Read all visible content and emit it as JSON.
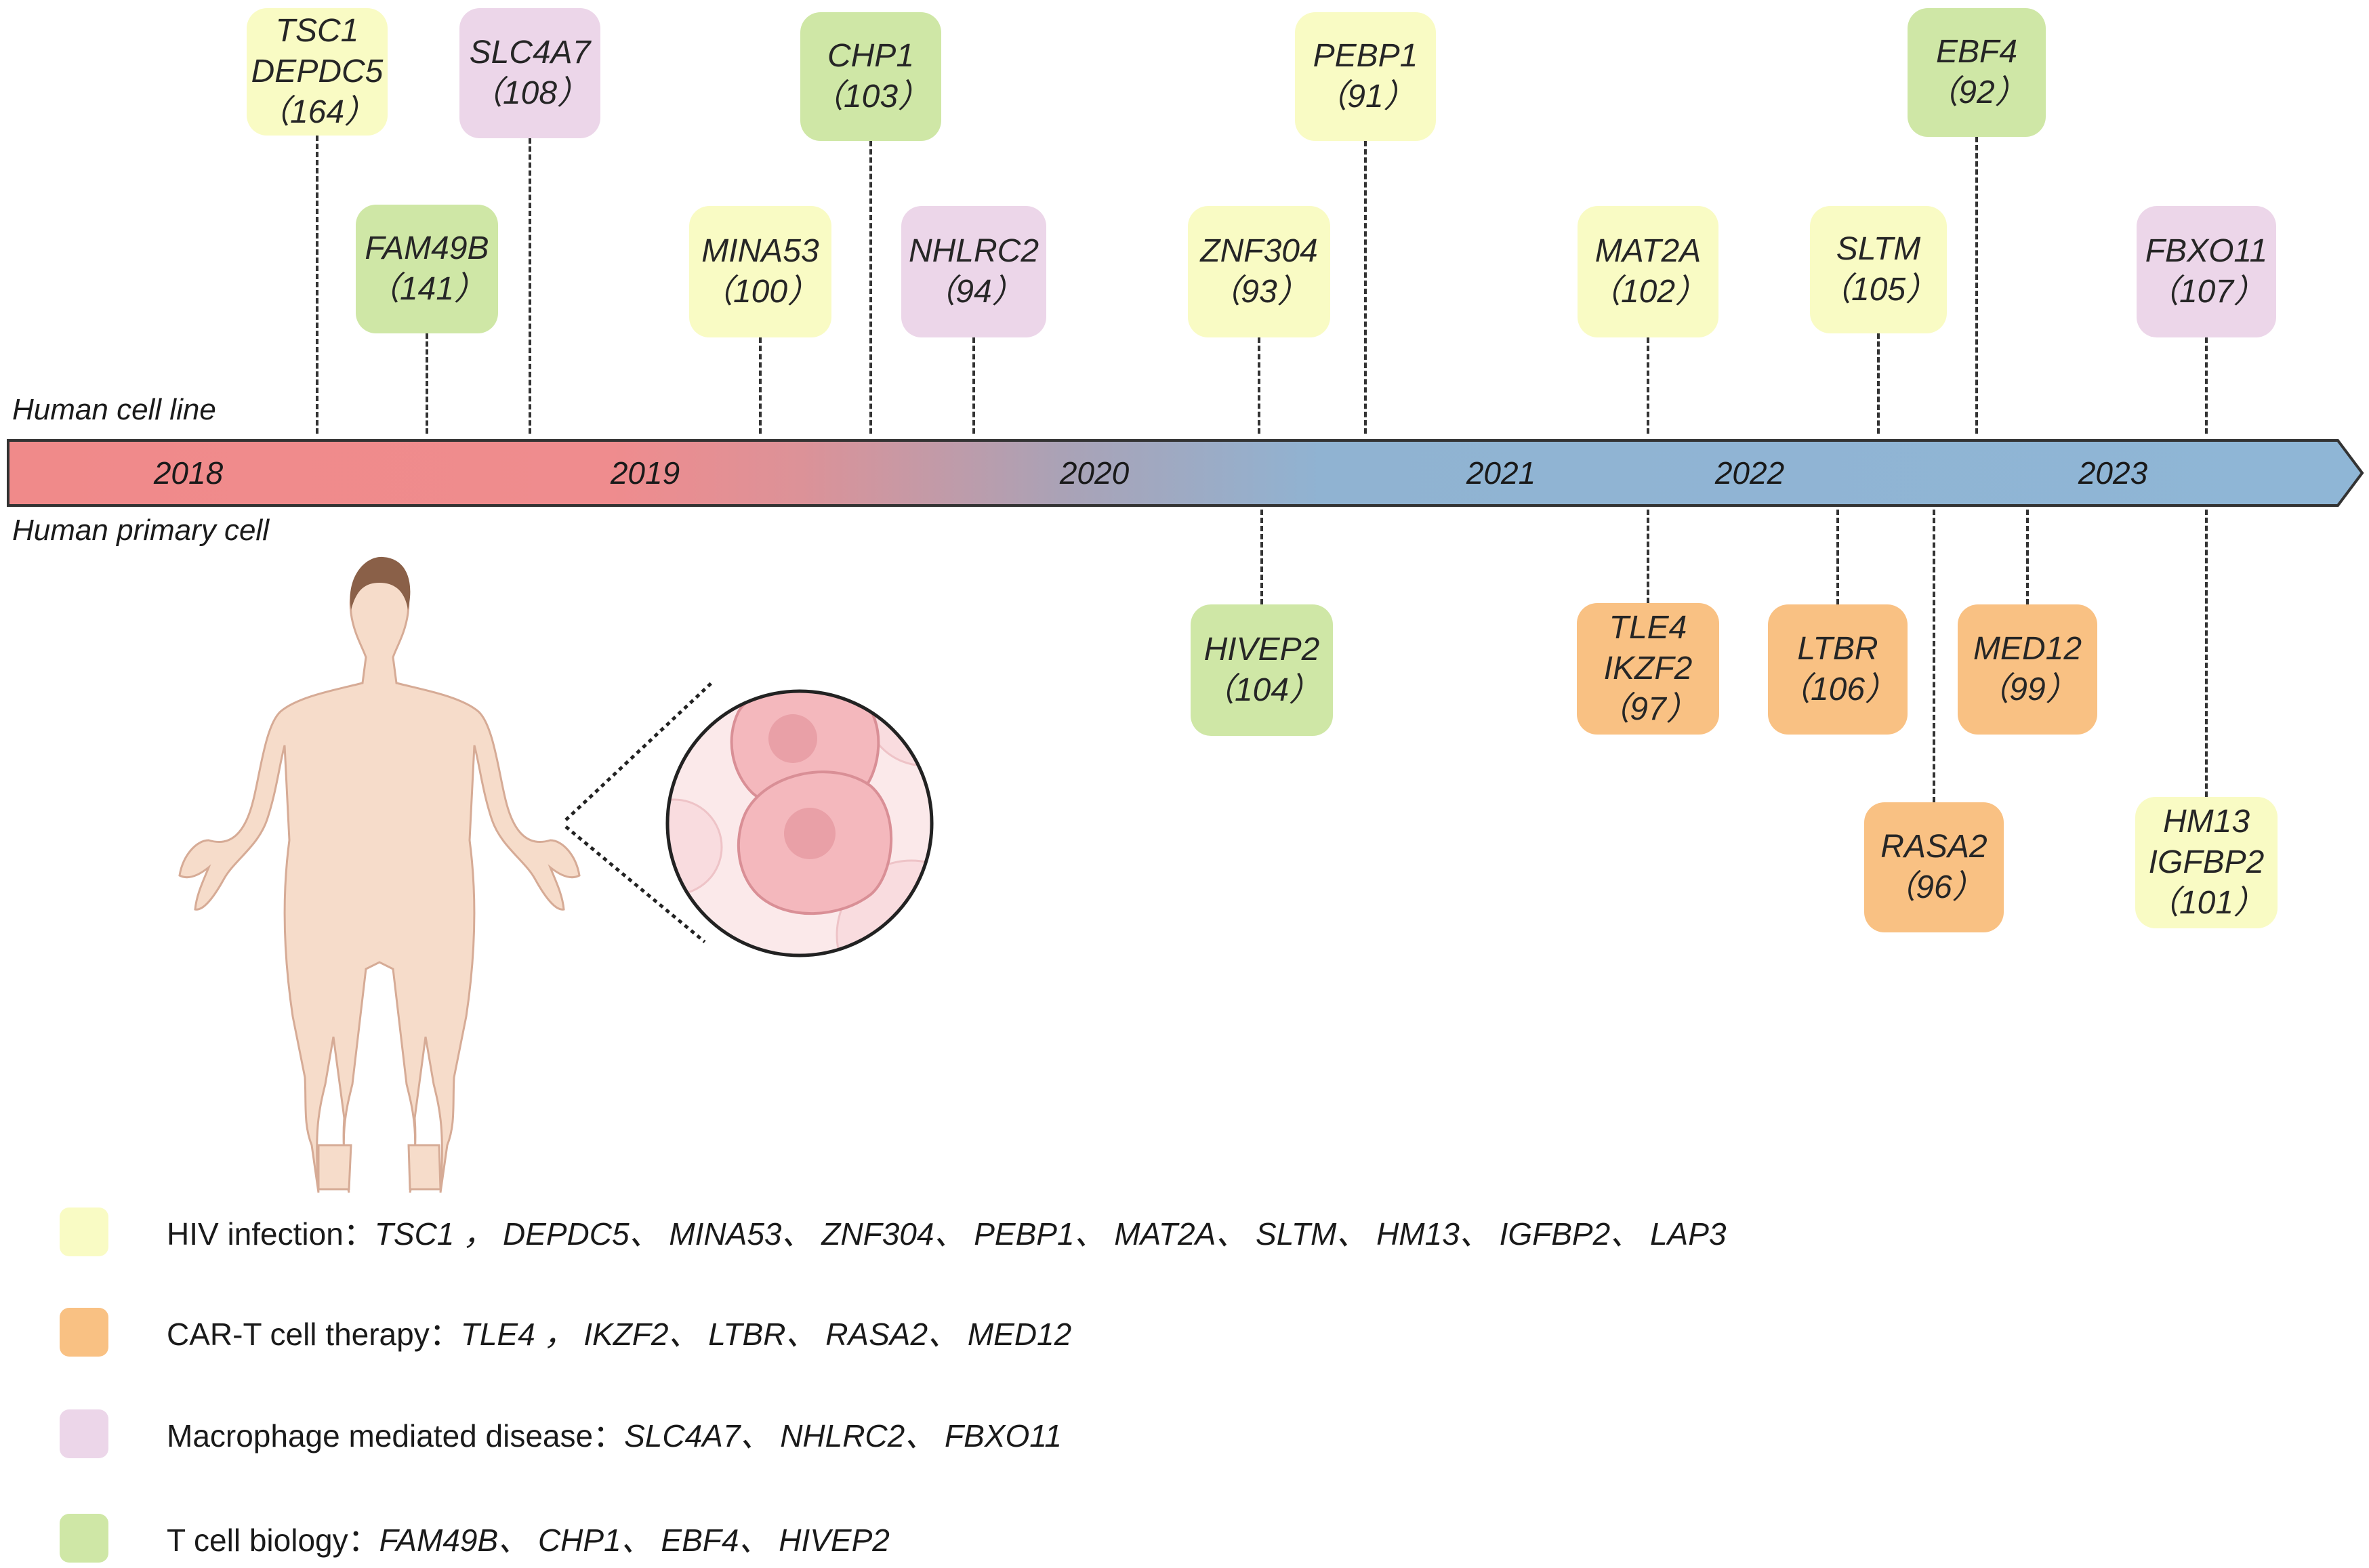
{
  "colors": {
    "hiv": "#f9fbc4",
    "cart": "#f9c183",
    "macrophage": "#ecd6e9",
    "tcell": "#cfe7a6"
  },
  "labels": {
    "top": "Human cell line",
    "bottom": "Human primary cell"
  },
  "timeline": {
    "years": [
      "2018",
      "2019",
      "2020",
      "2021",
      "2022",
      "2023"
    ]
  },
  "boxes_top": [
    {
      "id": "tsc1",
      "genes": [
        "TSC1",
        "DEPDC5"
      ],
      "count": "（164）",
      "category": "hiv"
    },
    {
      "id": "fam49b",
      "genes": [
        "FAM49B"
      ],
      "count": "（141）",
      "category": "tcell"
    },
    {
      "id": "slc4a7",
      "genes": [
        "SLC4A7"
      ],
      "count": "（108）",
      "category": "macrophage"
    },
    {
      "id": "mina53",
      "genes": [
        "MINA53"
      ],
      "count": "（100）",
      "category": "hiv"
    },
    {
      "id": "chp1",
      "genes": [
        "CHP1"
      ],
      "count": "（103）",
      "category": "tcell"
    },
    {
      "id": "nhlrc2",
      "genes": [
        "NHLRC2"
      ],
      "count": "（94）",
      "category": "macrophage"
    },
    {
      "id": "znf304",
      "genes": [
        "ZNF304"
      ],
      "count": "（93）",
      "category": "hiv"
    },
    {
      "id": "pebp1",
      "genes": [
        "PEBP1"
      ],
      "count": "（91）",
      "category": "hiv"
    },
    {
      "id": "mat2a",
      "genes": [
        "MAT2A"
      ],
      "count": "（102）",
      "category": "hiv"
    },
    {
      "id": "sltm",
      "genes": [
        "SLTM"
      ],
      "count": "（105）",
      "category": "hiv"
    },
    {
      "id": "ebf4",
      "genes": [
        "EBF4"
      ],
      "count": "（92）",
      "category": "tcell"
    },
    {
      "id": "fbxo11",
      "genes": [
        "FBXO11"
      ],
      "count": "（107）",
      "category": "macrophage"
    }
  ],
  "boxes_bottom": [
    {
      "id": "hivep2",
      "genes": [
        "HIVEP2"
      ],
      "count": "（104）",
      "category": "tcell"
    },
    {
      "id": "tle4",
      "genes": [
        "TLE4",
        "IKZF2"
      ],
      "count": "（97）",
      "category": "cart"
    },
    {
      "id": "ltbr",
      "genes": [
        "LTBR"
      ],
      "count": "（106）",
      "category": "cart"
    },
    {
      "id": "rasa2",
      "genes": [
        "RASA2"
      ],
      "count": "（96）",
      "category": "cart"
    },
    {
      "id": "med12",
      "genes": [
        "MED12"
      ],
      "count": "（99）",
      "category": "cart"
    },
    {
      "id": "hm13",
      "genes": [
        "HM13",
        "IGFBP2"
      ],
      "count": "（101）",
      "category": "hiv"
    }
  ],
  "legend": [
    {
      "category": "hiv",
      "label": "HIV infection：",
      "genes": "TSC1 ， DEPDC5、 MINA53、 ZNF304、 PEBP1、 MAT2A、 SLTM、 HM13、 IGFBP2、 LAP3"
    },
    {
      "category": "cart",
      "label": "CAR-T cell therapy：",
      "genes": "TLE4 ， IKZF2、 LTBR、 RASA2、 MED12"
    },
    {
      "category": "macrophage",
      "label": "Macrophage mediated disease：",
      "genes": "SLC4A7、 NHLRC2、 FBXO11"
    },
    {
      "category": "tcell",
      "label": "T cell biology：",
      "genes": "FAM49B、 CHP1、 EBF4、 HIVEP2"
    }
  ]
}
